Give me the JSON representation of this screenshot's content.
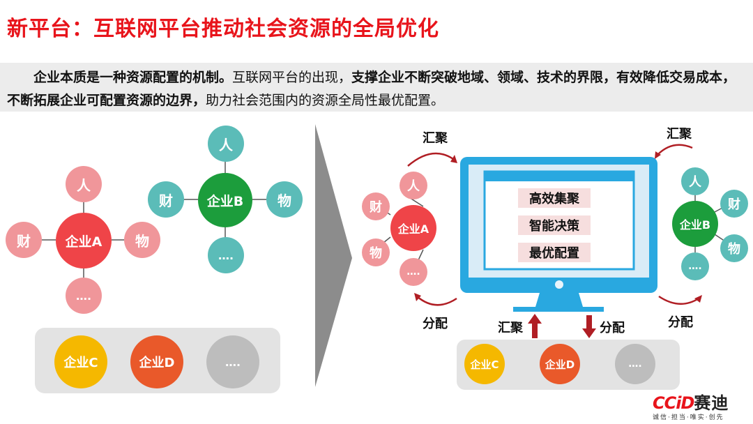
{
  "title": "新平台：互联网平台推动社会资源的全局优化",
  "intro": {
    "indent": "　　",
    "part1_bold": "企业本质是一种资源配置的机制。",
    "part2": "互联网平台的出现，",
    "part3_bold": "支撑企业不断突破地域、领域、技术的界限，有效降低交易成本，不断拓展企业可配置资源的边界，",
    "part4": "助力社会范围内的资源全局性最优配置。"
  },
  "left": {
    "companyA": {
      "name": "企业A",
      "people": "人",
      "money": "财",
      "goods": "物",
      "more": "…."
    },
    "companyB": {
      "name": "企业B",
      "people": "人",
      "money": "财",
      "goods": "物",
      "more": "…."
    },
    "bottom": {
      "c": "企业C",
      "d": "企业D",
      "more": "…."
    }
  },
  "right": {
    "companyA": {
      "name": "企业A",
      "people": "人",
      "money": "财",
      "goods": "物",
      "more": "…."
    },
    "companyB": {
      "name": "企业B",
      "people": "人",
      "money": "财",
      "goods": "物",
      "more": "…."
    },
    "bottom": {
      "c": "企业C",
      "d": "企业D",
      "more": "…."
    },
    "screen_items": [
      "高效集聚",
      "智能决策",
      "最优配置"
    ],
    "labels": {
      "gather_top_left": "汇聚",
      "gather_top_right": "汇聚",
      "distribute_left": "分配",
      "distribute_right": "分配",
      "gather_bottom": "汇聚",
      "distribute_bottom": "分配"
    }
  },
  "logo": {
    "brand_latin": "CCiD",
    "brand_cn": "赛迪",
    "slogan": "诚信·担当·唯实·创先"
  },
  "colors": {
    "title_red": "#e8141b",
    "arrow_red": "#b01e24",
    "monitor_blue": "#29a8e0"
  }
}
